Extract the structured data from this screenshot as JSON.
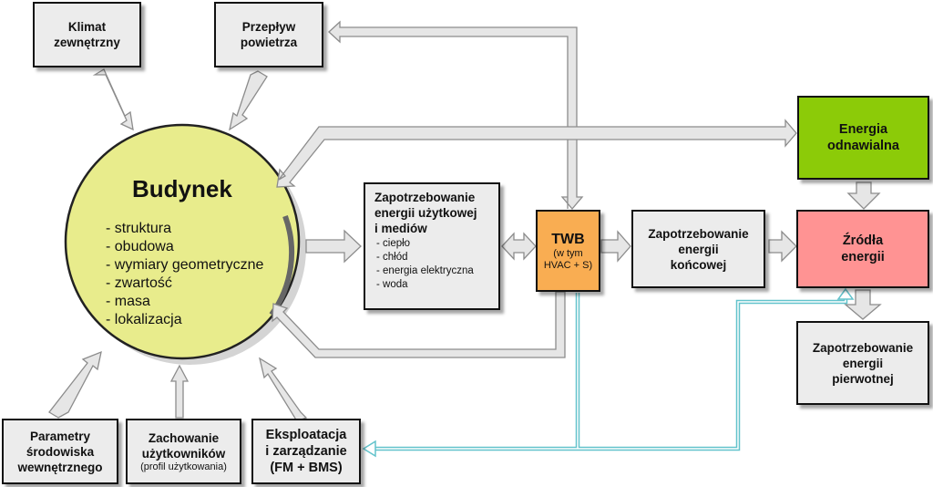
{
  "nodes": {
    "climate": "Klimat\nzewnętrzny",
    "airflow": "Przepływ\npowietrza",
    "renewable": "Energia\nodnawialna",
    "sources": "Źródła\nenergii",
    "primary": "Zapotrzebowanie\nenergii\npierwotnej",
    "final": "Zapotrzebowanie\nenergii\nkońcowej",
    "twb_title": "TWB",
    "twb_sub": "(w tym\nHVAC + S)",
    "indoor": "Parametry\nśrodowiska\nwewnętrznego",
    "behavior_title": "Zachowanie\nużytkowników",
    "behavior_sub": "(profil użytkowania)",
    "operation": "Eksploatacja\ni zarządzanie\n(FM + BMS)"
  },
  "building": {
    "title": "Budynek",
    "items": [
      "- struktura",
      "- obudowa",
      "- wymiary geometryczne",
      "- zwartość",
      "- masa",
      "- lokalizacja"
    ]
  },
  "demand": {
    "title": "Zapotrzebowanie\nenergii użytkowej\ni mediów",
    "items": [
      "- ciepło",
      "- chłód",
      "- energia elektryczna",
      "- woda"
    ]
  },
  "colors": {
    "building_fill": "#e8ec8c",
    "twb_fill": "#f9ad52",
    "renewable_fill": "#8ccb08",
    "sources_fill": "#ff9393",
    "box_fill": "#ececec",
    "arrow_fill": "#e6e6e6",
    "arrow_stroke": "#8c8c8c",
    "control_line": "#63c3cc"
  }
}
